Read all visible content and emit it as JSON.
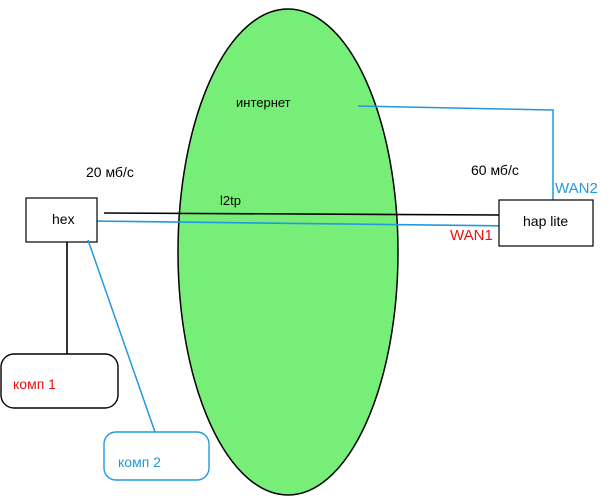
{
  "colors": {
    "cloud_fill": "#77ee77",
    "cloud_stroke": "#000000",
    "blue_line": "#2299dd",
    "black_line": "#000000",
    "red_text": "#ee1111",
    "blue_text": "#2299dd",
    "box_stroke": "#000000"
  },
  "nodes": {
    "internet_label": "интернет",
    "hex_label": "hex",
    "hap_label": "hap lite",
    "pc1_label": "комп 1",
    "pc2_label": "комп 2"
  },
  "links": {
    "l2tp_label": "l2tp",
    "speed_left": "20 мб/с",
    "speed_right": "60 мб/с",
    "wan1_label": "WAN1",
    "wan2_label": "WAN2"
  }
}
